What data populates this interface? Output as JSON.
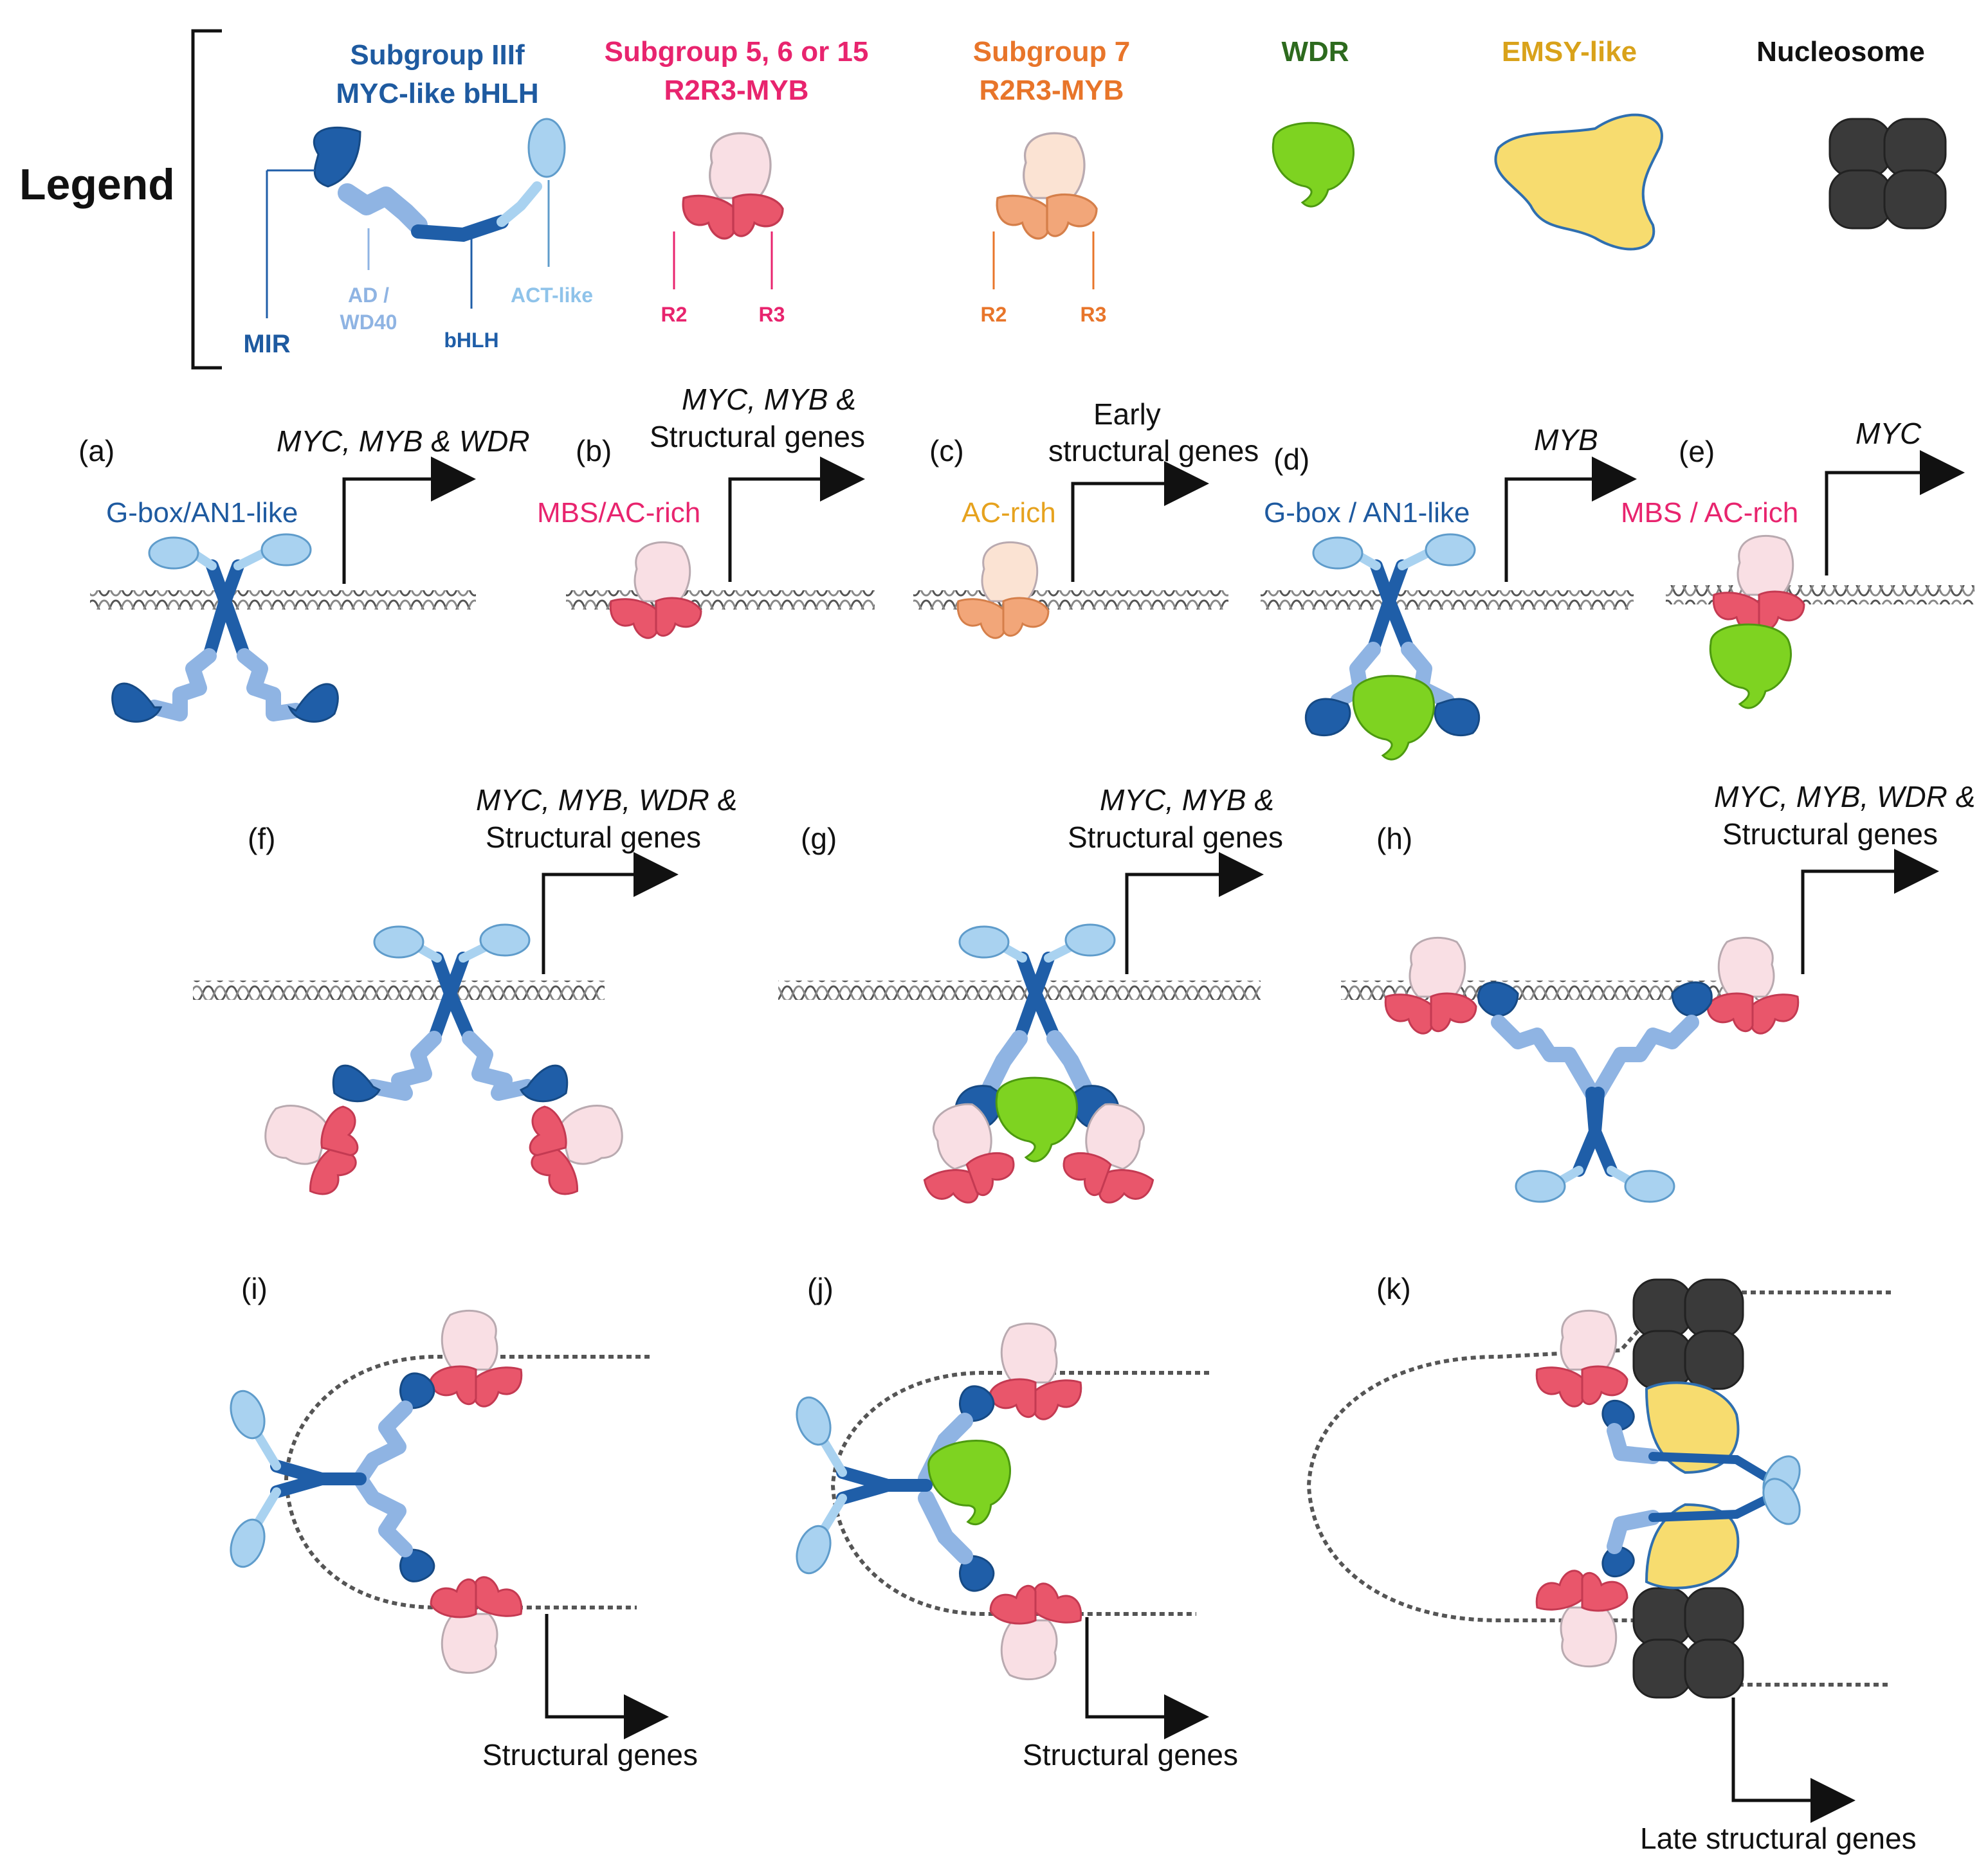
{
  "legend": {
    "title": "Legend",
    "myc": {
      "line1": "Subgroup IIIf",
      "line2": "MYC-like  bHLH",
      "mir": "MIR",
      "ad": "AD /",
      "ad2": "WD40",
      "bhlh": "bHLH",
      "act": "ACT-like"
    },
    "myb56": {
      "line1": "Subgroup 5, 6 or 15",
      "line2": "R2R3-MYB",
      "r2": "R2",
      "r3": "R3"
    },
    "myb7": {
      "line1": "Subgroup 7",
      "line2": "R2R3-MYB",
      "r2": "R2",
      "r3": "R3"
    },
    "wdr": "WDR",
    "emsy": "EMSY-like",
    "nucleosome": "Nucleosome"
  },
  "colors": {
    "myc_dark": "#1f5ea8",
    "myc_mid": "#8fb4e3",
    "myc_light": "#a9d2f0",
    "myb_red": "#e9566b",
    "myb_pink": "#f9dfe4",
    "myb7_orange": "#f2a679",
    "myb7_light": "#fbe3d3",
    "wdr_green": "#7ed321",
    "emsy_yellow": "#f7dc6f",
    "nucleosome": "#3a3a3a",
    "subgroup_myc_text": "#1e5aa0",
    "subgroup_myb_text": "#e8246e",
    "subgroup7_text": "#e8752a",
    "wdr_text": "#2d6a1e",
    "emsy_text": "#d9a21a"
  },
  "panels": {
    "a": {
      "label": "(a)",
      "genes": "MYC, MYB & WDR",
      "motif": "G-box/AN1-like"
    },
    "b": {
      "label": "(b)",
      "genes1": "MYC, MYB &",
      "genes2": "Structural genes",
      "motif": "MBS/AC-rich"
    },
    "c": {
      "label": "(c)",
      "genes1": "Early",
      "genes2": "structural genes",
      "motif": "AC-rich"
    },
    "d": {
      "label": "(d)",
      "genes": "MYB",
      "motif": "G-box / AN1-like"
    },
    "e": {
      "label": "(e)",
      "genes": "MYC",
      "motif": "MBS / AC-rich"
    },
    "f": {
      "label": "(f)",
      "genes1": "MYC, MYB, WDR &",
      "genes2": "Structural genes"
    },
    "g": {
      "label": "(g)",
      "genes1": "MYC, MYB &",
      "genes2": "Structural genes"
    },
    "h": {
      "label": "(h)",
      "genes1": "MYC, MYB, WDR &",
      "genes2": "Structural genes"
    },
    "i": {
      "label": "(i)",
      "genes": "Structural genes"
    },
    "j": {
      "label": "(j)",
      "genes": "Structural genes"
    },
    "k": {
      "label": "(k)",
      "genes": "Late structural genes"
    }
  }
}
